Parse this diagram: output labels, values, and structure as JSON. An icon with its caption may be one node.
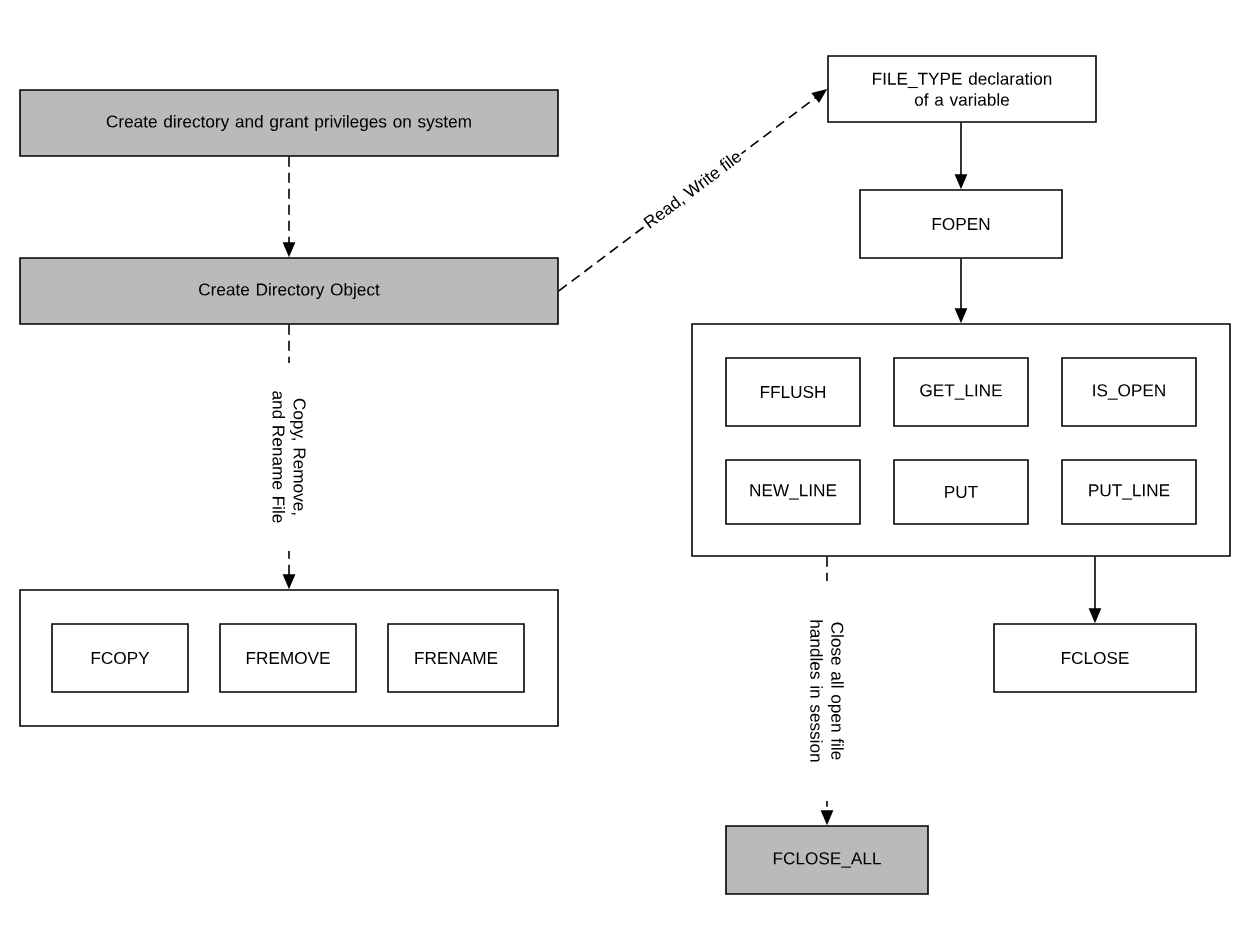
{
  "diagram": {
    "nodes": [
      {
        "text": [
          "Create directory and grant privileges on system"
        ]
      },
      {
        "text": [
          "Create Directory Object"
        ]
      },
      {
        "text": [
          "FILE_TYPE declaration of a variable"
        ]
      },
      {
        "text": [
          "FOPEN"
        ]
      },
      {
        "text": [],
        "shape": "box"
      },
      {
        "text": [
          "FFLUSH"
        ],
        "in": 4
      },
      {
        "text": [
          "GET_LINE"
        ],
        "in": 4
      },
      {
        "text": [
          "IS_OPEN"
        ],
        "in": 4
      },
      {
        "text": [
          "NEW_LINE"
        ],
        "in": 4
      },
      {
        "text": [
          "PUT"
        ],
        "in": 4
      },
      {
        "text": [
          "PUT_LINE"
        ],
        "in": 4
      },
      {
        "text": [],
        "shape": "box"
      },
      {
        "text": [
          "FCOPY"
        ],
        "in": 11
      },
      {
        "text": [
          "FREMOVE"
        ],
        "in": 11
      },
      {
        "text": [
          "FRENAME"
        ],
        "in": 11
      },
      {
        "text": [
          "FCLOSE"
        ]
      },
      {
        "text": [
          "FCLOSE_ALL"
        ]
      }
    ],
    "edges": [
      {
        "from": 0,
        "to": 1,
        "arrow": "to",
        "style": "dashed"
      },
      {
        "from": 1,
        "to": 2,
        "arrow": "to",
        "style": "dashed",
        "label": "Read, Write file"
      },
      {
        "from": 2,
        "to": 3,
        "arrow": "to"
      },
      {
        "from": 3,
        "to": 4,
        "arrow": "to"
      },
      {
        "from": 1,
        "to": 11,
        "arrow": "to",
        "style": "dashed",
        "label": "Copy, Remove, and Rename File"
      },
      {
        "from": 4,
        "to": 16,
        "arrow": "to",
        "style": "dashed",
        "label": "Close all open file handles in session"
      },
      {
        "from": 4,
        "to": 15,
        "arrow": "to"
      }
    ]
  }
}
